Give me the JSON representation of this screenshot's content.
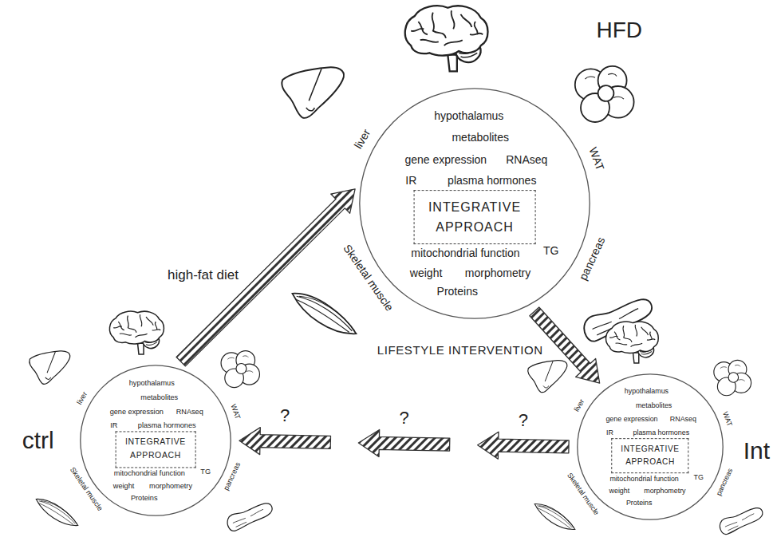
{
  "diagram": {
    "nodes": [
      {
        "text": [
          "HFD",
          "hypothalamus",
          "metabolites",
          "gene expression",
          "RNAseq",
          "IR",
          "plasma hormones",
          "mitochondrial function",
          "TG",
          "weight",
          "morphometry",
          "Proteins",
          "liver",
          "WAT",
          "Skeletal muscle",
          "pancreas"
        ]
      },
      {
        "text": [
          "INTEGRATIVE APPROACH"
        ],
        "in": 0
      },
      {
        "text": [
          "ctrl",
          "hypothalamus",
          "metabolites",
          "gene expression",
          "RNAseq",
          "IR",
          "plasma hormones",
          "mitochondrial function",
          "TG",
          "weight",
          "morphometry",
          "Proteins",
          "liver",
          "WAT",
          "Skeletal muscle",
          "pancreas"
        ]
      },
      {
        "text": [
          "INTEGRATIVE APPROACH"
        ],
        "in": 2
      },
      {
        "text": [
          "Int",
          "hypothalamus",
          "metabolites",
          "gene expression",
          "RNAseq",
          "IR",
          "plasma hormones",
          "mitochondrial function",
          "TG",
          "weight",
          "morphometry",
          "Proteins",
          "liver",
          "WAT",
          "Skeletal muscle",
          "pancreas"
        ]
      },
      {
        "text": [
          "INTEGRATIVE APPROACH"
        ],
        "in": 4
      }
    ],
    "edges": [
      {
        "from": 2,
        "to": 0,
        "arrow": "to",
        "label": "high-fat diet"
      },
      {
        "from": 0,
        "to": 4,
        "arrow": "to",
        "label": "LIFESTYLE INTERVENTION"
      },
      {
        "from": 4,
        "to": 2,
        "arrow": "to",
        "label": "?"
      }
    ],
    "labels": [
      "?",
      "?"
    ]
  }
}
